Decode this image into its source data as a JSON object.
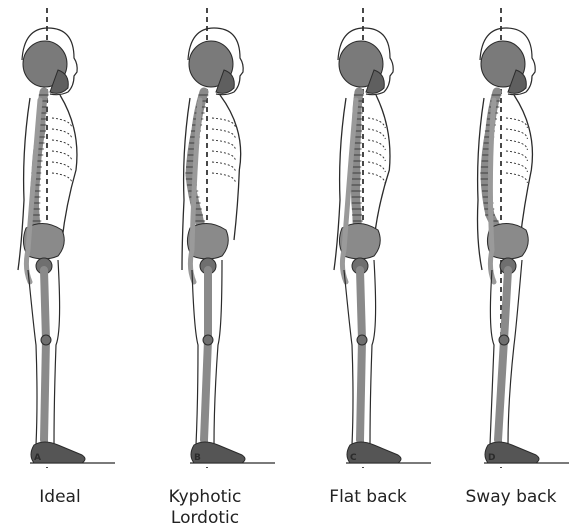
{
  "figures": [
    {
      "letter": "A",
      "caption_lines": [
        "Ideal"
      ]
    },
    {
      "letter": "B",
      "caption_lines": [
        "Kyphotic",
        "Lordotic"
      ]
    },
    {
      "letter": "C",
      "caption_lines": [
        "Flat back"
      ]
    },
    {
      "letter": "D",
      "caption_lines": [
        "Sway back"
      ]
    }
  ],
  "colors": {
    "ink": "#2b2b2b",
    "bone_fill": "#8a8a8a",
    "skull_fill": "#7a7a7a",
    "plumb_line": "#1a1a1a"
  }
}
